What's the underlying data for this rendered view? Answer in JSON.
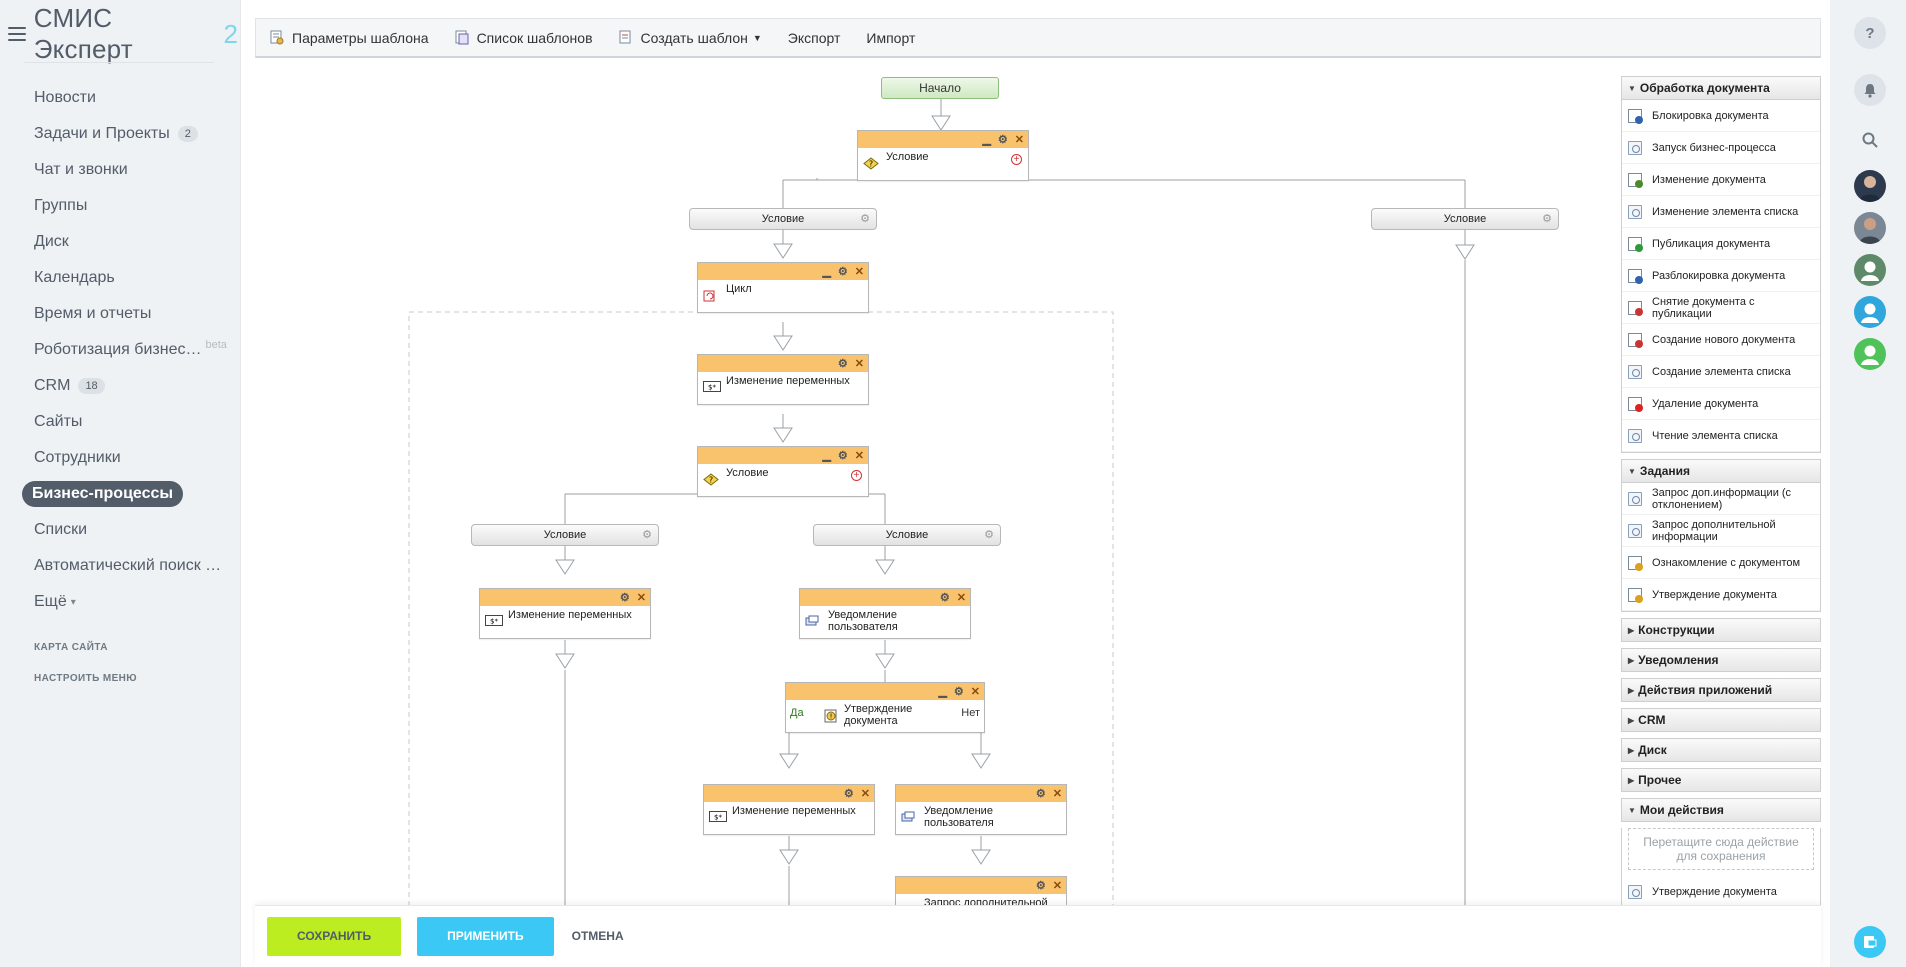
{
  "app": {
    "title": "СМИС Эксперт",
    "version": "2"
  },
  "sidebar": {
    "items": [
      {
        "label": "Новости"
      },
      {
        "label": "Задачи и Проекты",
        "count": "2"
      },
      {
        "label": "Чат и звонки"
      },
      {
        "label": "Группы"
      },
      {
        "label": "Диск"
      },
      {
        "label": "Календарь"
      },
      {
        "label": "Время и отчеты"
      },
      {
        "label": "Роботизация бизнес…",
        "badge": "beta"
      },
      {
        "label": "CRM",
        "count": "18"
      },
      {
        "label": "Сайты"
      },
      {
        "label": "Сотрудники"
      },
      {
        "label": "Бизнес-процессы",
        "active": true
      },
      {
        "label": "Списки"
      },
      {
        "label": "Автоматический поиск …"
      },
      {
        "label": "Ещё"
      }
    ],
    "sitemap": "КАРТА САЙТА",
    "configure": "НАСТРОИТЬ МЕНЮ"
  },
  "toolbar": {
    "params": "Параметры шаблона",
    "list": "Список шаблонов",
    "create": "Создать шаблон",
    "export": "Экспорт",
    "import": "Импорт"
  },
  "flow": {
    "start": "Начало",
    "condition": "Условие",
    "loop": "Цикл",
    "set_var": "Изменение переменных",
    "notify": "Уведомление пользователя",
    "approve": "Утверждение документа",
    "yes": "Да",
    "no": "Нет",
    "request": "Запрос дополнительной"
  },
  "palette": {
    "groups": [
      {
        "title": "Обработка документа",
        "expanded": true,
        "items": [
          "Блокировка документа",
          "Запуск бизнес-процесса",
          "Изменение документа",
          "Изменение элемента списка",
          "Публикация документа",
          "Разблокировка документа",
          "Снятие документа с публикации",
          "Создание нового документа",
          "Создание элемента списка",
          "Удаление документа",
          "Чтение элемента списка"
        ]
      },
      {
        "title": "Задания",
        "expanded": true,
        "items": [
          "Запрос доп.информации (с отклонением)",
          "Запрос дополнительной информации",
          "Ознакомление с документом",
          "Утверждение документа"
        ]
      },
      {
        "title": "Конструкции",
        "expanded": false,
        "items": []
      },
      {
        "title": "Уведомления",
        "expanded": false,
        "items": []
      },
      {
        "title": "Действия приложений",
        "expanded": false,
        "items": []
      },
      {
        "title": "CRM",
        "expanded": false,
        "items": []
      },
      {
        "title": "Диск",
        "expanded": false,
        "items": []
      },
      {
        "title": "Прочее",
        "expanded": false,
        "items": []
      }
    ],
    "my_actions": {
      "title": "Мои действия",
      "drop_hint": "Перетащите сюда действие для сохранения",
      "saved": "Утверждение документа"
    }
  },
  "footer": {
    "save": "Сохранить",
    "apply": "Применить",
    "cancel": "Отмена"
  },
  "rightbar": {
    "help_icon": "?"
  },
  "colors": {
    "accent_blue": "#3bc8f5",
    "accent_green": "#bbed21",
    "activity_header": "#f9c26c",
    "sidebar_active": "#535c69"
  }
}
